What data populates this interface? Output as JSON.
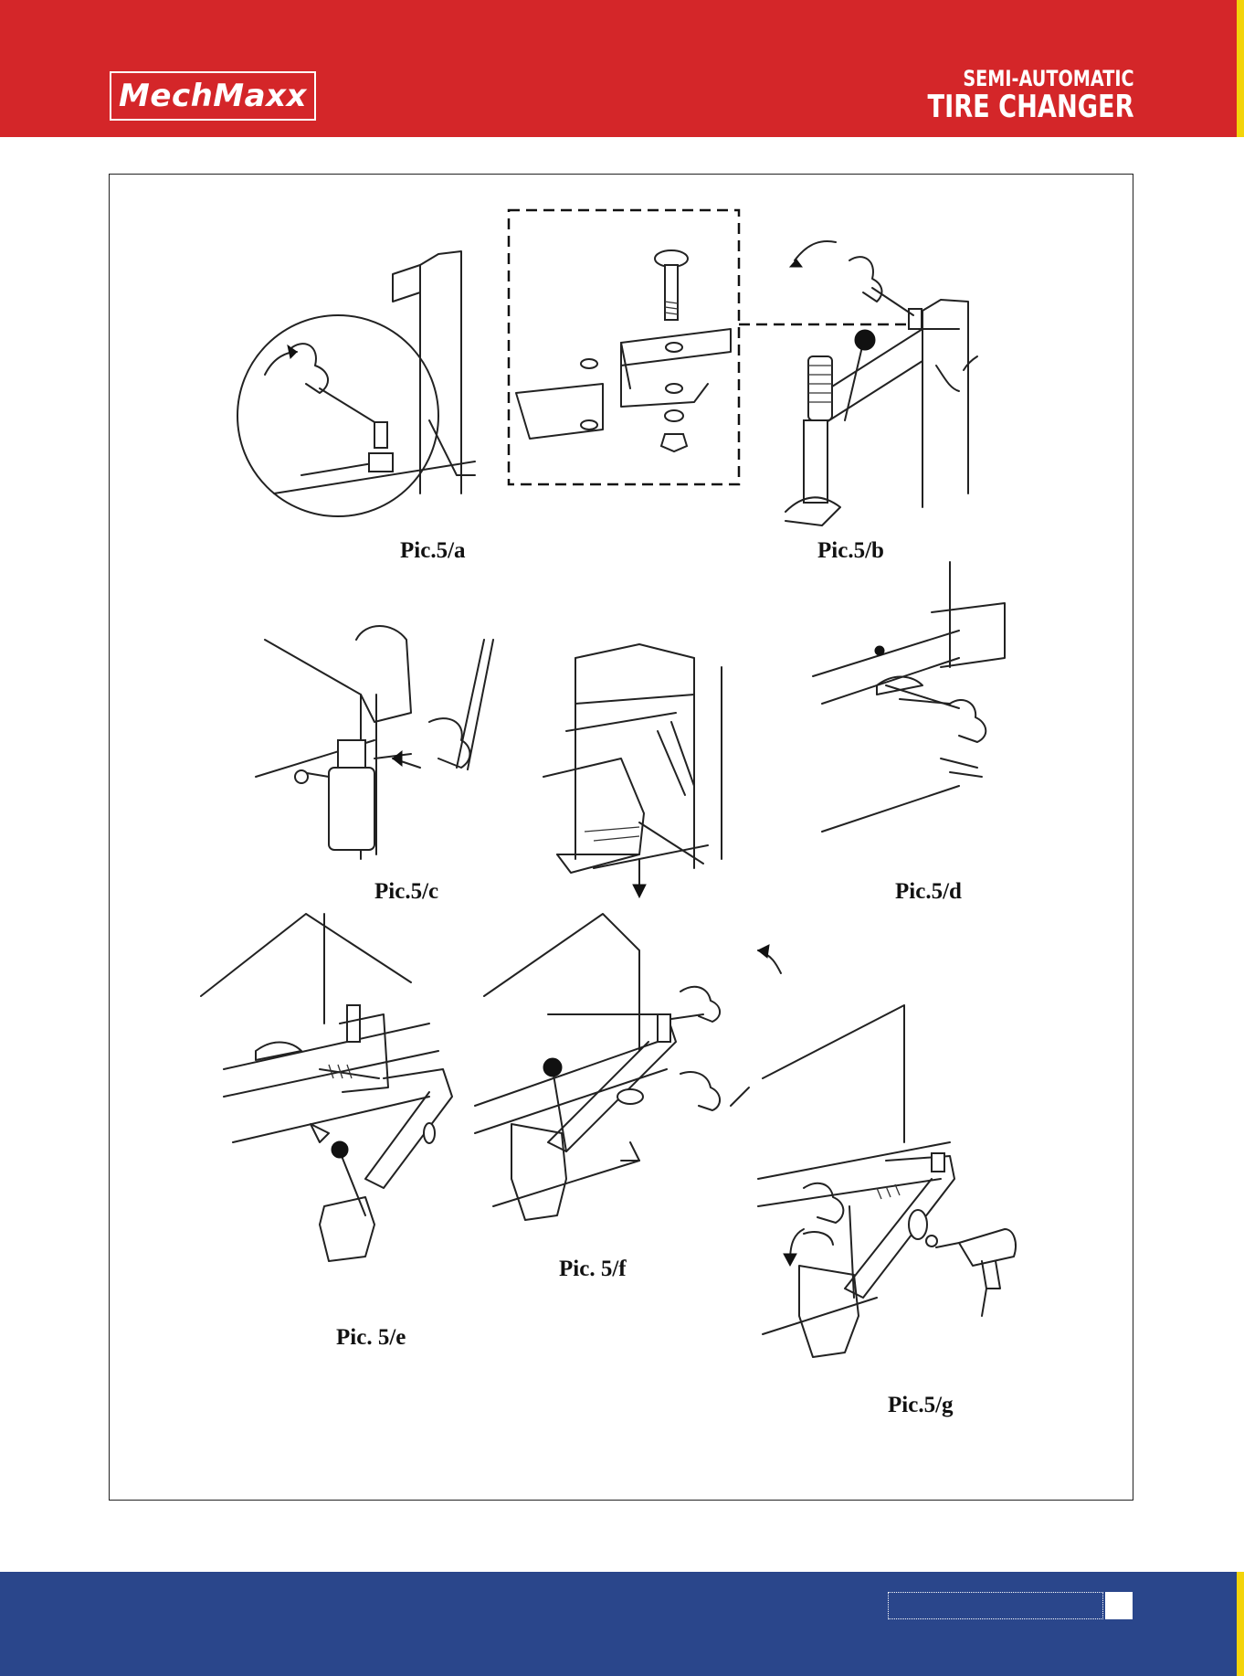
{
  "header": {
    "logo": "MechMaxx",
    "product_line1": "SEMI-AUTOMATIC",
    "product_line2": "TIRE CHANGER"
  },
  "captions": {
    "pic_5a": "Pic.5/a",
    "pic_5b": "Pic.5/b",
    "pic_5c": "Pic.5/c",
    "pic_5d": "Pic.5/d",
    "pic_5e": "Pic. 5/e",
    "pic_5f": "Pic. 5/f",
    "pic_5g": "Pic.5/g"
  },
  "colors": {
    "header_red": "#d42629",
    "footer_blue": "#2a468b",
    "accent_yellow": "#f3d40a"
  }
}
